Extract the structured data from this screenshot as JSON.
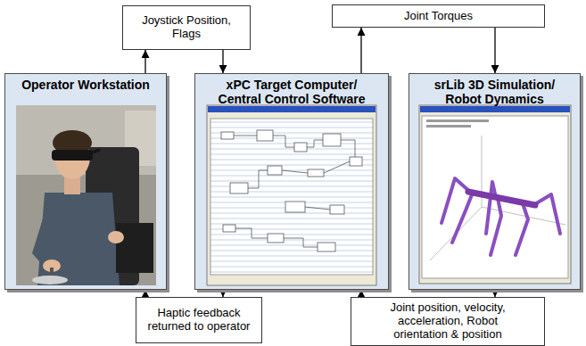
{
  "diagram": {
    "nodes": [
      {
        "text": [
          "Joystick Position, Flags"
        ]
      },
      {
        "text": [
          "Joint Torques"
        ]
      },
      {
        "text": [
          "Operator Workstation"
        ]
      },
      {
        "text": [
          "xPC Target Computer/ Central Control Software"
        ]
      },
      {
        "text": [
          "srLib 3D Simulation/ Robot Dynamics"
        ]
      },
      {
        "text": [
          "Haptic feedback returned to operator"
        ]
      },
      {
        "text": [
          "Joint position, velocity, acceleration, Robot orientation & position"
        ]
      }
    ],
    "edges": [
      {
        "from": 2,
        "to": 0,
        "arrow": "to"
      },
      {
        "from": 0,
        "to": 3,
        "arrow": "to"
      },
      {
        "from": 3,
        "to": 1,
        "arrow": "to"
      },
      {
        "from": 1,
        "to": 4,
        "arrow": "to"
      },
      {
        "from": 4,
        "to": 6,
        "arrow": "to"
      },
      {
        "from": 6,
        "to": 3,
        "arrow": "to"
      },
      {
        "from": 3,
        "to": 5,
        "arrow": "to"
      },
      {
        "from": 5,
        "to": 2,
        "arrow": "to"
      }
    ]
  }
}
